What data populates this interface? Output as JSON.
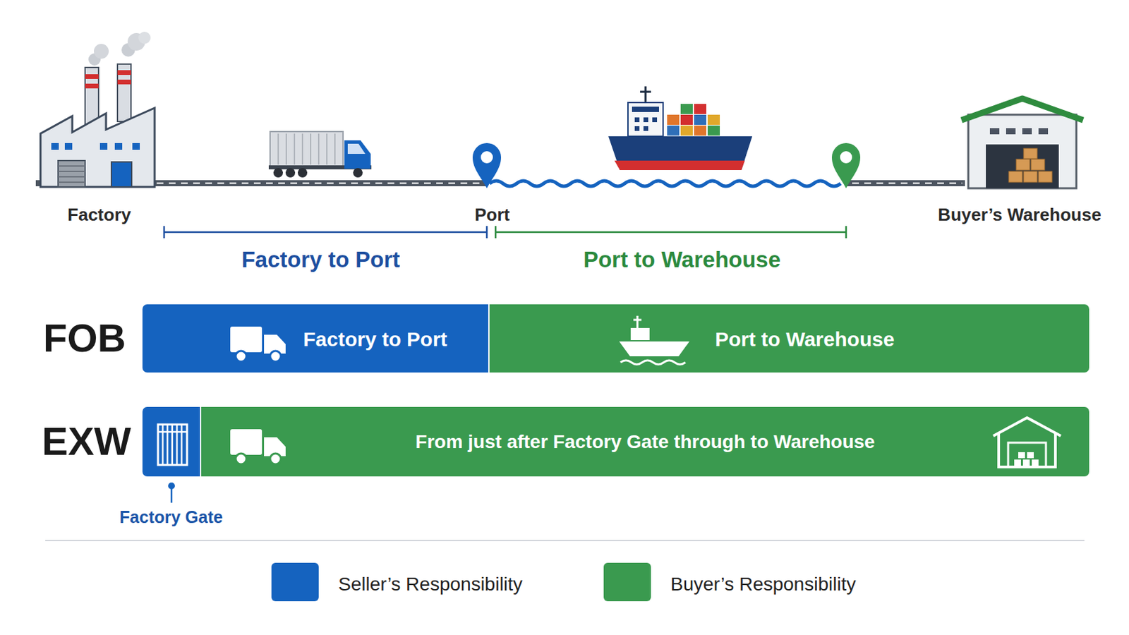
{
  "diagram": {
    "nodes": [
      {
        "text": [
          "Factory to Port"
        ]
      },
      {
        "text": [
          "Port to Warehouse"
        ]
      },
      {
        "text": [
          "Factory Gate"
        ]
      },
      {
        "text": [
          "From just after Factory Gate through to Warehouse"
        ]
      }
    ],
    "labels": [
      "Factory",
      "Port",
      "Buyer’s Warehouse",
      "Factory to Port",
      "Port to Warehouse",
      "FOB",
      "EXW"
    ],
    "legend": [
      {
        "text": "Seller’s Responsibility",
        "color": "#1563bf"
      },
      {
        "text": "Buyer’s Responsibility",
        "color": "#3a9a4f"
      }
    ]
  }
}
